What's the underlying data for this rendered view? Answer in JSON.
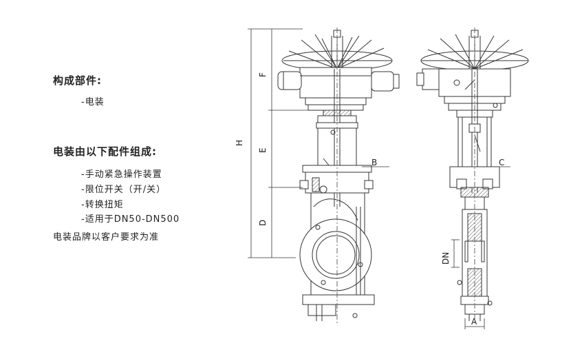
{
  "spec": {
    "title_components": "构成部件:",
    "item_electric": "-电装",
    "title_config": "电装由以下配件组成:",
    "config_items": [
      "-手动紧急操作装置",
      "-限位开关（开/关）",
      "-转换扭矩",
      "-适用于DN50-DN500"
    ],
    "brand_note": "电装品牌以客户要求为准"
  },
  "dimensions": {
    "H": "H",
    "F": "F",
    "E": "E",
    "D": "D",
    "B": "B",
    "C": "C",
    "DN": "DN",
    "A": "A"
  }
}
